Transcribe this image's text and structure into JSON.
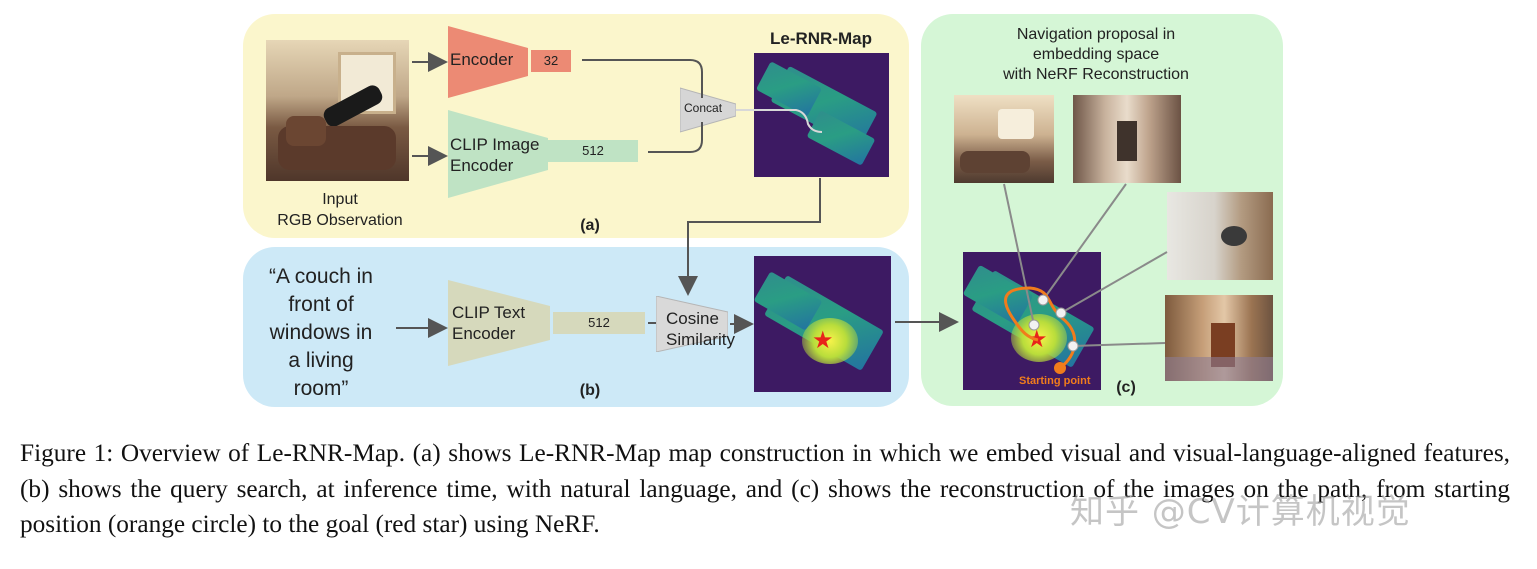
{
  "panel_a": {
    "input_label_line1": "Input",
    "input_label_line2": "RGB Observation",
    "encoder_label": "Encoder",
    "encoder_dim": "32",
    "clip_image_line1": "CLIP Image",
    "clip_image_line2": "Encoder",
    "clip_image_dim": "512",
    "concat_label": "Concat",
    "map_title": "Le-RNR-Map",
    "tag": "(a)"
  },
  "panel_b": {
    "query_lines": [
      "“A couch in",
      "front of",
      "windows in",
      "a living",
      "room”"
    ],
    "clip_text_line1": "CLIP Text",
    "clip_text_line2": "Encoder",
    "clip_text_dim": "512",
    "cosine_line1": "Cosine",
    "cosine_line2": "Similarity",
    "tag": "(b)"
  },
  "panel_c": {
    "title_line1": "Navigation proposal in",
    "title_line2": "embedding space",
    "title_line3": "with NeRF Reconstruction",
    "starting_point_label": "Starting point",
    "tag": "(c)"
  },
  "caption": {
    "text": "Figure 1: Overview of Le-RNR-Map. (a) shows Le-RNR-Map map construction in which we embed visual and visual-language-aligned features, (b) shows the query search, at inference time, with natural language, and (c) shows the reconstruction of the images on the path, from starting position (orange circle) to the goal (red star) using NeRF."
  },
  "watermark": "知乎 @CV计算机视觉",
  "colors": {
    "panel_a_bg": "#fbf6cc",
    "panel_b_bg": "#cde9f7",
    "panel_c_bg": "#d5f6d6",
    "encoder": "#ec8a74",
    "clip_image_encoder": "#bfe3c4",
    "clip_text_encoder": "#d6d9bc",
    "map_bg": "#3d1a63",
    "path_orange": "#f07c1c",
    "goal_star": "#e8231a"
  },
  "icons": {
    "goal": "red-star-icon",
    "start": "orange-circle-icon"
  }
}
